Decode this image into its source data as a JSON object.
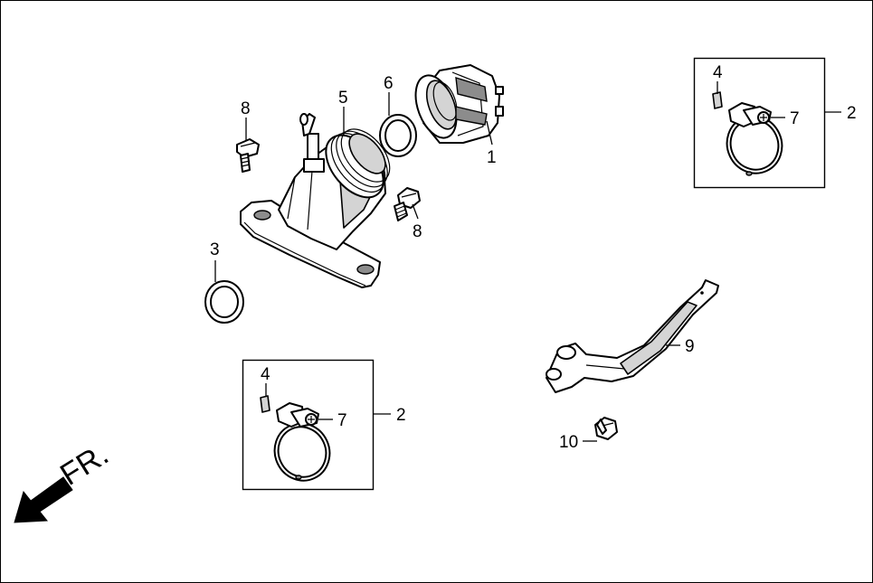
{
  "callouts": {
    "p1": "1",
    "p2_upper": "2",
    "p2_lower": "2",
    "p3": "3",
    "p4_upper": "4",
    "p4_lower": "4",
    "p5": "5",
    "p6": "6",
    "p7_upper": "7",
    "p7_lower": "7",
    "p8_upper": "8",
    "p8_lower": "8",
    "p9": "9",
    "p10": "10"
  },
  "direction_label": "FR.",
  "icons": {
    "front_arrow": "arrow-down-left-icon"
  },
  "colors": {
    "line": "#000000",
    "shade": "#d4d4d4",
    "background": "#ffffff"
  }
}
